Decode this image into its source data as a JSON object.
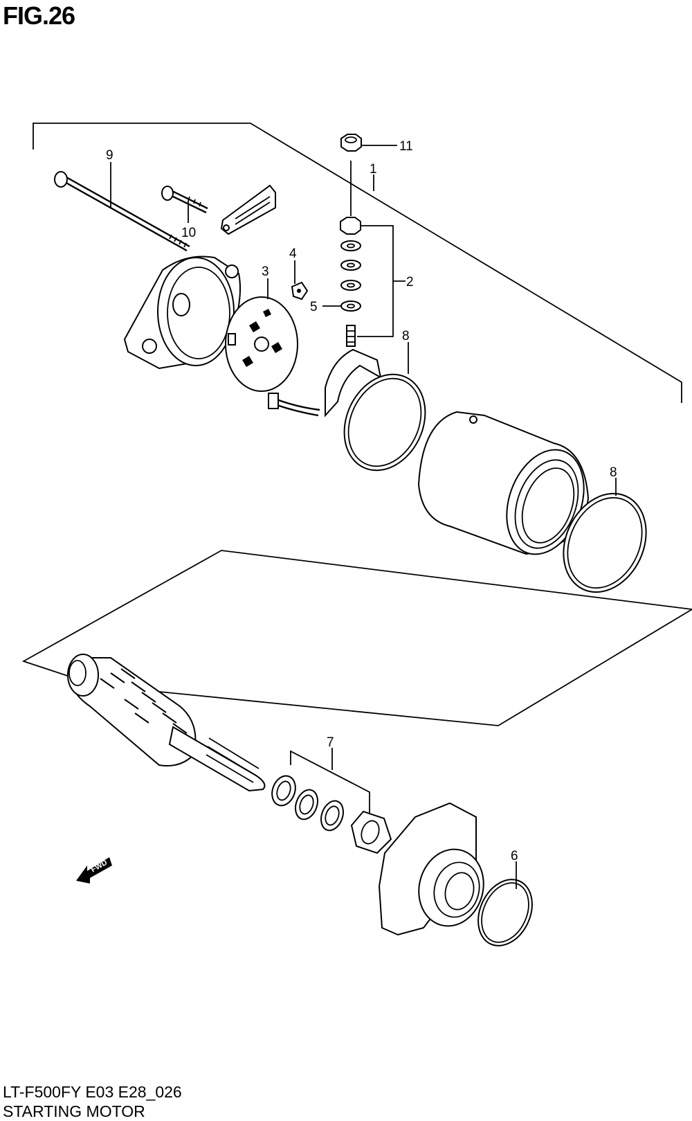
{
  "figure": {
    "title": "FIG.26"
  },
  "footer": {
    "model_code": "LT-F500FY E03 E28_026",
    "diagram_name": "STARTING MOTOR"
  },
  "callouts": {
    "c1": "1",
    "c2": "2",
    "c3": "3",
    "c4": "4",
    "c5": "5",
    "c6": "6",
    "c7": "7",
    "c8a": "8",
    "c8b": "8",
    "c9": "9",
    "c10": "10",
    "c11": "11"
  },
  "fwd_marker": {
    "label": "FWD"
  }
}
